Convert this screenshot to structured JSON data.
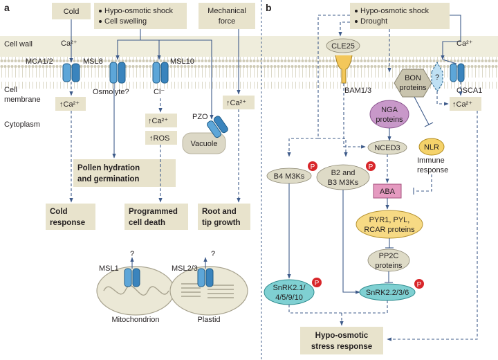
{
  "panels": {
    "a": "a",
    "b": "b"
  },
  "layers": {
    "cell_wall": "Cell wall",
    "cell": "Cell",
    "membrane": "membrane",
    "cytoplasm": "Cytoplasm"
  },
  "a": {
    "stim_cold": "Cold",
    "stim_hypo_1": "Hypo-osmotic shock",
    "stim_hypo_2": "Cell swelling",
    "stim_mech_1": "Mechanical",
    "stim_mech_2": "force",
    "ca_in": "Ca²⁺",
    "mca": "MCA1/2",
    "msl8": "MSL8",
    "msl10": "MSL10",
    "osmolyte": "Osmolyte?",
    "cl": "Cl⁻",
    "ca_up1": "↑Ca²⁺",
    "ca_up2": "↑Ca²⁺",
    "ca_up3": "↑Ca²⁺",
    "ros": "↑ROS",
    "pzo": "PZO",
    "vacuole": "Vacuole",
    "pollen_1": "Pollen hydration",
    "pollen_2": "and germination",
    "cold_resp_1": "Cold",
    "cold_resp_2": "response",
    "pcd_1": "Programmed",
    "pcd_2": "cell death",
    "root_1": "Root and",
    "root_2": "tip growth",
    "msl1": "MSL1",
    "msl23": "MSL2/3",
    "q1": "?",
    "q2": "?",
    "mito": "Mitochondrion",
    "plastid": "Plastid"
  },
  "b": {
    "stim_1": "Hypo-osmotic shock",
    "stim_2": "Drought",
    "ca_in": "Ca²⁺",
    "clle25": "CLE25",
    "bam": "BAM1/3",
    "bon_1": "BON",
    "bon_2": "proteins",
    "unknown": "?",
    "osca": "OSCA1",
    "ca_up": "↑Ca²⁺",
    "nga_1": "NGA",
    "nga_2": "proteins",
    "nced": "NCED3",
    "nlr": "NLR",
    "immune_1": "Immune",
    "immune_2": "response",
    "b4": "B4 M3Ks",
    "b2b3_1": "B2 and",
    "b2b3_2": "B3 M3Ks",
    "aba": "ABA",
    "pyr_1": "PYR1, PYL,",
    "pyr_2": "RCAR proteins",
    "pp2c_1": "PP2C",
    "pp2c_2": "proteins",
    "snrk_a_1": "SnRK2.1/",
    "snrk_a_2": "4/5/9/10",
    "snrk_b": "SnRK2.2/3/6",
    "p": "P",
    "hypo_resp_1": "Hypo-osmotic",
    "hypo_resp_2": "stress response"
  },
  "colors": {
    "arrow": "#3e5b8a",
    "box": "#e8e3cc",
    "membrane_band": "#efeddc",
    "channel": "#5da6d8",
    "aba": "#e59ac0",
    "pyr": "#f7da84",
    "snrk": "#7fd0d2",
    "nga": "#c898c9",
    "nlr": "#f5d26a",
    "phospho": "#d8262a"
  }
}
